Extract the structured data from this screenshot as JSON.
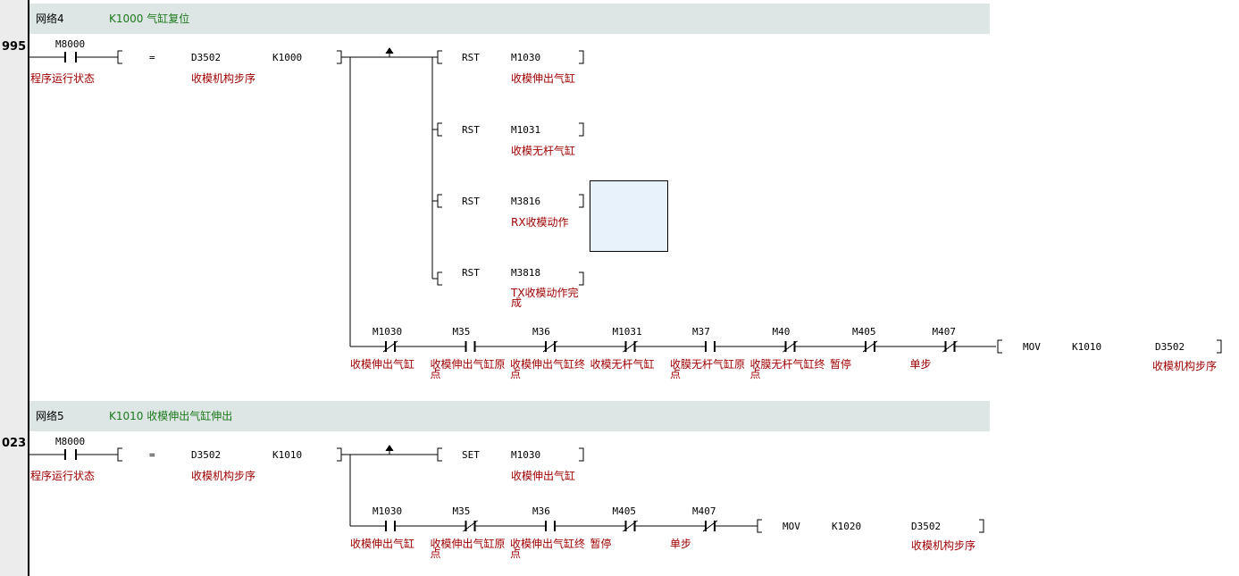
{
  "networks": [
    {
      "label": "网络4",
      "comment": "K1000 气缸复位",
      "step": "995",
      "row1": {
        "contact": {
          "device": "M8000",
          "comment": "程序运行状态"
        },
        "compare": {
          "op": "=",
          "arg1": "D3502",
          "arg2": "K1000",
          "arg1_comment": "收模机构步序"
        }
      },
      "coils": [
        {
          "instr": "RST",
          "device": "M1030",
          "comment": "收模伸出气缸"
        },
        {
          "instr": "RST",
          "device": "M1031",
          "comment": "收模无杆气缸"
        },
        {
          "instr": "RST",
          "device": "M3816",
          "comment": "RX收模动作"
        },
        {
          "instr": "RST",
          "device": "M3818",
          "comment": "TX收模动作完成"
        }
      ],
      "chain": [
        {
          "device": "M1030",
          "type": "nc",
          "comment": "收模伸出气缸"
        },
        {
          "device": "M35",
          "type": "no",
          "comment": "收模伸出气缸原点"
        },
        {
          "device": "M36",
          "type": "nc",
          "comment": "收模伸出气缸终点"
        },
        {
          "device": "M1031",
          "type": "nc",
          "comment": "收模无杆气缸"
        },
        {
          "device": "M37",
          "type": "no",
          "comment": "收膜无杆气缸原点"
        },
        {
          "device": "M40",
          "type": "nc",
          "comment": "收膜无杆气缸终点"
        },
        {
          "device": "M405",
          "type": "nc",
          "comment": "暂停"
        },
        {
          "device": "M407",
          "type": "nc",
          "comment": "单步"
        }
      ],
      "mov": {
        "instr": "MOV",
        "src": "K1010",
        "dst": "D3502",
        "dst_comment": "收模机构步序"
      }
    },
    {
      "label": "网络5",
      "comment": "K1010 收模伸出气缸伸出",
      "step": "023",
      "row1": {
        "contact": {
          "device": "M8000",
          "comment": "程序运行状态"
        },
        "compare": {
          "op": "=",
          "arg1": "D3502",
          "arg2": "K1010",
          "arg1_comment": "收模机构步序"
        }
      },
      "coils": [
        {
          "instr": "SET",
          "device": "M1030",
          "comment": "收模伸出气缸"
        }
      ],
      "chain": [
        {
          "device": "M1030",
          "type": "no",
          "comment": "收模伸出气缸"
        },
        {
          "device": "M35",
          "type": "nc",
          "comment": "收模伸出气缸原点"
        },
        {
          "device": "M36",
          "type": "no",
          "comment": "收模伸出气缸终点"
        },
        {
          "device": "M405",
          "type": "nc",
          "comment": "暂停"
        },
        {
          "device": "M407",
          "type": "nc",
          "comment": "单步"
        }
      ],
      "mov": {
        "instr": "MOV",
        "src": "K1020",
        "dst": "D3502",
        "dst_comment": "收模机构步序"
      }
    }
  ]
}
